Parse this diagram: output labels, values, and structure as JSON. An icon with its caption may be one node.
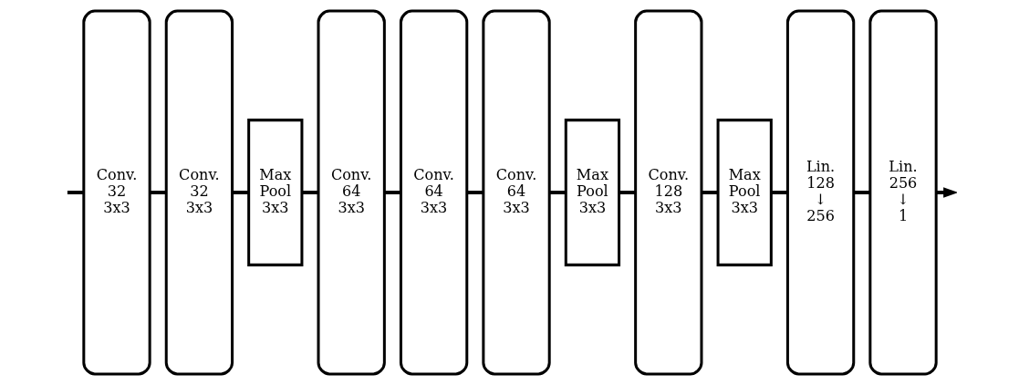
{
  "diagram": {
    "nodes": [
      {
        "text": [
          "Conv. 32 3x3"
        ]
      },
      {
        "text": [
          "Conv. 32 3x3"
        ]
      },
      {
        "text": [
          "Max Pool 3x3"
        ]
      },
      {
        "text": [
          "Conv. 64 3x3"
        ]
      },
      {
        "text": [
          "Conv. 64 3x3"
        ]
      },
      {
        "text": [
          "Conv. 64 3x3"
        ]
      },
      {
        "text": [
          "Max Pool 3x3"
        ]
      },
      {
        "text": [
          "Conv. 128 3x3"
        ]
      },
      {
        "text": [
          "Max Pool 3x3"
        ]
      },
      {
        "text": [
          "Lin. 128 ↓ 256"
        ]
      },
      {
        "text": [
          "Lin. 256 ↓ 1"
        ]
      }
    ],
    "edges": [
      {
        "from": null,
        "to": 0,
        "arrow": "none"
      },
      {
        "from": 0,
        "to": 1,
        "arrow": "none"
      },
      {
        "from": 1,
        "to": 2,
        "arrow": "none"
      },
      {
        "from": 2,
        "to": 3,
        "arrow": "none"
      },
      {
        "from": 3,
        "to": 4,
        "arrow": "none"
      },
      {
        "from": 4,
        "to": 5,
        "arrow": "none"
      },
      {
        "from": 5,
        "to": 6,
        "arrow": "none"
      },
      {
        "from": 6,
        "to": 7,
        "arrow": "none"
      },
      {
        "from": 7,
        "to": 8,
        "arrow": "none"
      },
      {
        "from": 8,
        "to": 9,
        "arrow": "none"
      },
      {
        "from": 9,
        "to": 10,
        "arrow": "none"
      },
      {
        "from": 10,
        "to": null,
        "arrow": "to"
      }
    ]
  }
}
